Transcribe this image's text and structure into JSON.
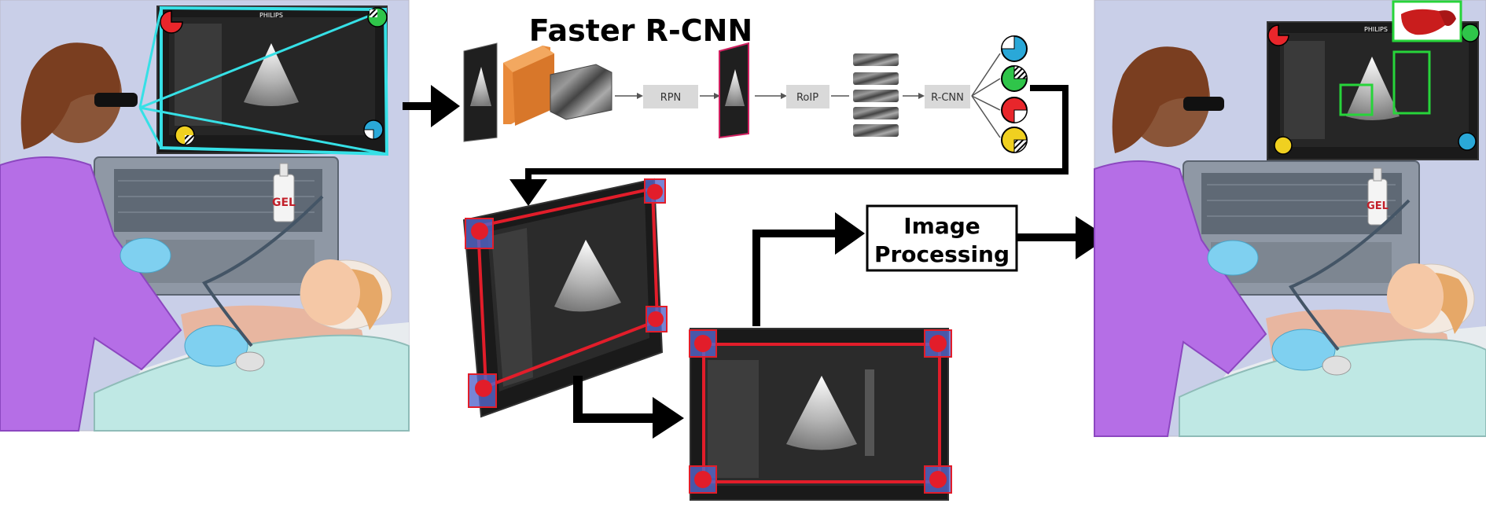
{
  "title": "Faster R-CNN",
  "pipeline": {
    "rpn_label": "RPN",
    "roip_label": "RoIP",
    "rcnn_label": "R-CNN",
    "image_processing_line1": "Image",
    "image_processing_line2": "Processing"
  },
  "monitor": {
    "brand": "PHILIPS"
  },
  "scene": {
    "gel_label": "GEL"
  },
  "colors": {
    "corner_top_left": "#e8262b",
    "corner_top_right": "#2fc54a",
    "corner_bottom_left": "#f0d020",
    "corner_bottom_right": "#2aa8d8",
    "trapezoid_outline": "#36e0e6",
    "detection_box": "#e21d2a",
    "corner_box_fill": "#5566cc",
    "organ_box": "#27d43a",
    "rpn_box": "#d9d9d9",
    "arrow": "#000000"
  }
}
